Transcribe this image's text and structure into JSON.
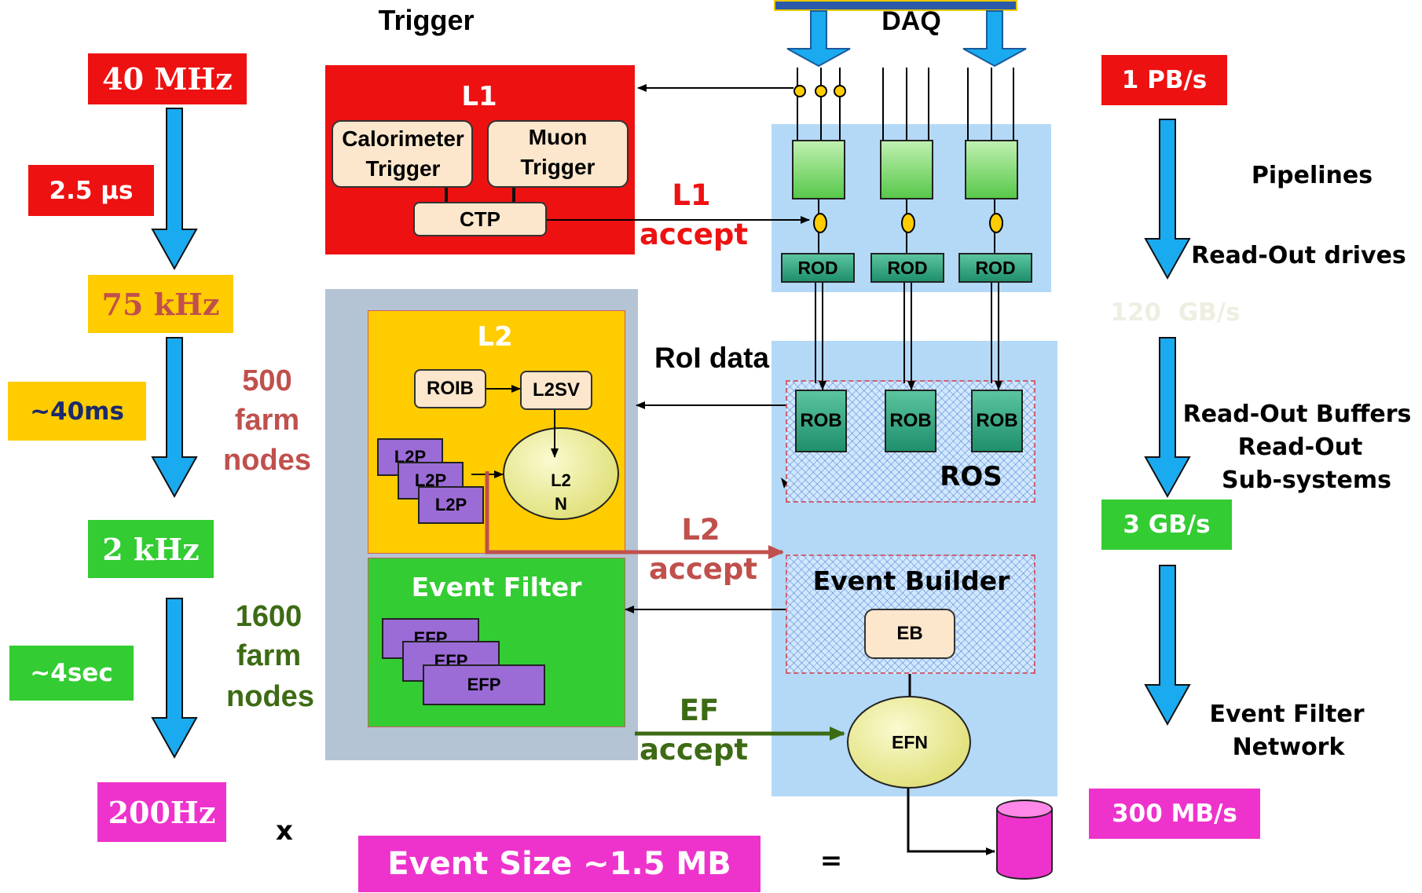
{
  "titles": {
    "trigger": "Trigger",
    "daq": "DAQ"
  },
  "left_rates": {
    "r40mhz": "40 MHz",
    "lat1": "2.5 μs",
    "r75khz": "75 kHz",
    "lat2": "~40ms",
    "r2khz": "2 kHz",
    "lat3": "~4sec",
    "r200hz": "200Hz"
  },
  "farms": {
    "l2_num": "500",
    "l2_line1": "farm",
    "l2_line2": "nodes",
    "ef_num": "1600",
    "ef_line1": "farm",
    "ef_line2": "nodes"
  },
  "l1": {
    "title": "L1",
    "calo_line1": "Calorimeter",
    "calo_line2": "Trigger",
    "muon_line1": "Muon",
    "muon_line2": "Trigger",
    "ctp": "CTP"
  },
  "l1_accept": {
    "line1": "L1",
    "line2": "accept"
  },
  "l2": {
    "title": "L2",
    "roib": "ROIB",
    "l2sv": "L2SV",
    "l2p": "L2P",
    "l2n_line1": "L2",
    "l2n_line2": "N"
  },
  "l2_accept": {
    "line1": "L2",
    "line2": "accept"
  },
  "roi_data": "RoI data",
  "event_filter": {
    "title": "Event Filter",
    "efp": "EFP"
  },
  "ef_accept": {
    "line1": "EF",
    "line2": "accept"
  },
  "daq": {
    "rod": "ROD",
    "rob": "ROB",
    "ros": "ROS",
    "event_builder": "Event Builder",
    "eb": "EB",
    "efn": "EFN"
  },
  "right": {
    "r1": "1 PB/s",
    "pipelines": "Pipelines",
    "readout_drives": "Read-Out drives",
    "r120": "120  GB/s",
    "rob_line1": "Read-Out Buffers",
    "rob_line2": "Read-Out",
    "rob_line3": "Sub-systems",
    "r3": "3 GB/s",
    "efn_line1": "Event Filter",
    "efn_line2": "Network",
    "r300": "300 MB/s"
  },
  "bottom": {
    "x": "x",
    "event_size": "Event Size ~1.5 MB",
    "equals": "="
  },
  "colors": {
    "red": "#ee1111",
    "gold": "#ffcc00",
    "green": "#33cc33",
    "magenta": "#ee33cc",
    "blue_arrow": "#1aaaf0",
    "l2_accept": "#c0504d",
    "ef_accept": "#3d6b14",
    "daq_panel": "#b3d9f7"
  }
}
